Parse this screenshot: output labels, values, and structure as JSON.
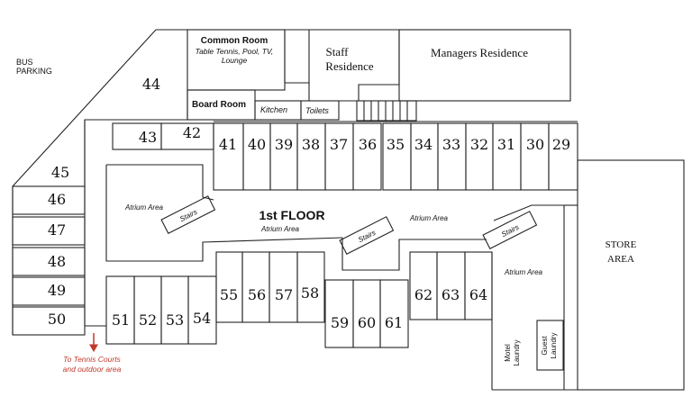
{
  "labels": {
    "bus_parking_line1": "BUS",
    "bus_parking_line2": "PARKING",
    "common_room": "Common Room",
    "common_room_sub1": "Table Tennis, Pool, TV,",
    "common_room_sub2": "Lounge",
    "staff_line1": "Staff",
    "staff_line2": "Residence",
    "managers": "Managers Residence",
    "board_room": "Board Room",
    "kitchen": "Kitchen",
    "toilets": "Toilets",
    "first_floor": "1st  FLOOR",
    "atrium_left": "Atrium Area",
    "atrium_center": "Atrium Area",
    "atrium_center2": "Atrium Area",
    "atrium_right": "Atrium Area",
    "stairs": "Stairs",
    "store_line1": "STORE",
    "store_line2": "AREA",
    "motel_laundry_line1": "Motel",
    "motel_laundry_line2": "Laundry",
    "guest_laundry_line1": "Guest",
    "guest_laundry_line2": "Laundry",
    "tennis_line1": "To Tennis Courts",
    "tennis_line2": "and outdoor area"
  },
  "rooms": {
    "r29": "29",
    "r30": "30",
    "r31": "31",
    "r32": "32",
    "r33": "33",
    "r34": "34",
    "r35": "35",
    "r36": "36",
    "r37": "37",
    "r38": "38",
    "r39": "39",
    "r40": "40",
    "r41": "41",
    "r42": "42",
    "r43": "43",
    "r44": "44",
    "r45": "45",
    "r46": "46",
    "r47": "47",
    "r48": "48",
    "r49": "49",
    "r50": "50",
    "r51": "51",
    "r52": "52",
    "r53": "53",
    "r54": "54",
    "r55": "55",
    "r56": "56",
    "r57": "57",
    "r58": "58",
    "r59": "59",
    "r60": "60",
    "r61": "61",
    "r62": "62",
    "r63": "63",
    "r64": "64"
  },
  "colors": {
    "accent": "#c0392b",
    "line": "#222222"
  }
}
